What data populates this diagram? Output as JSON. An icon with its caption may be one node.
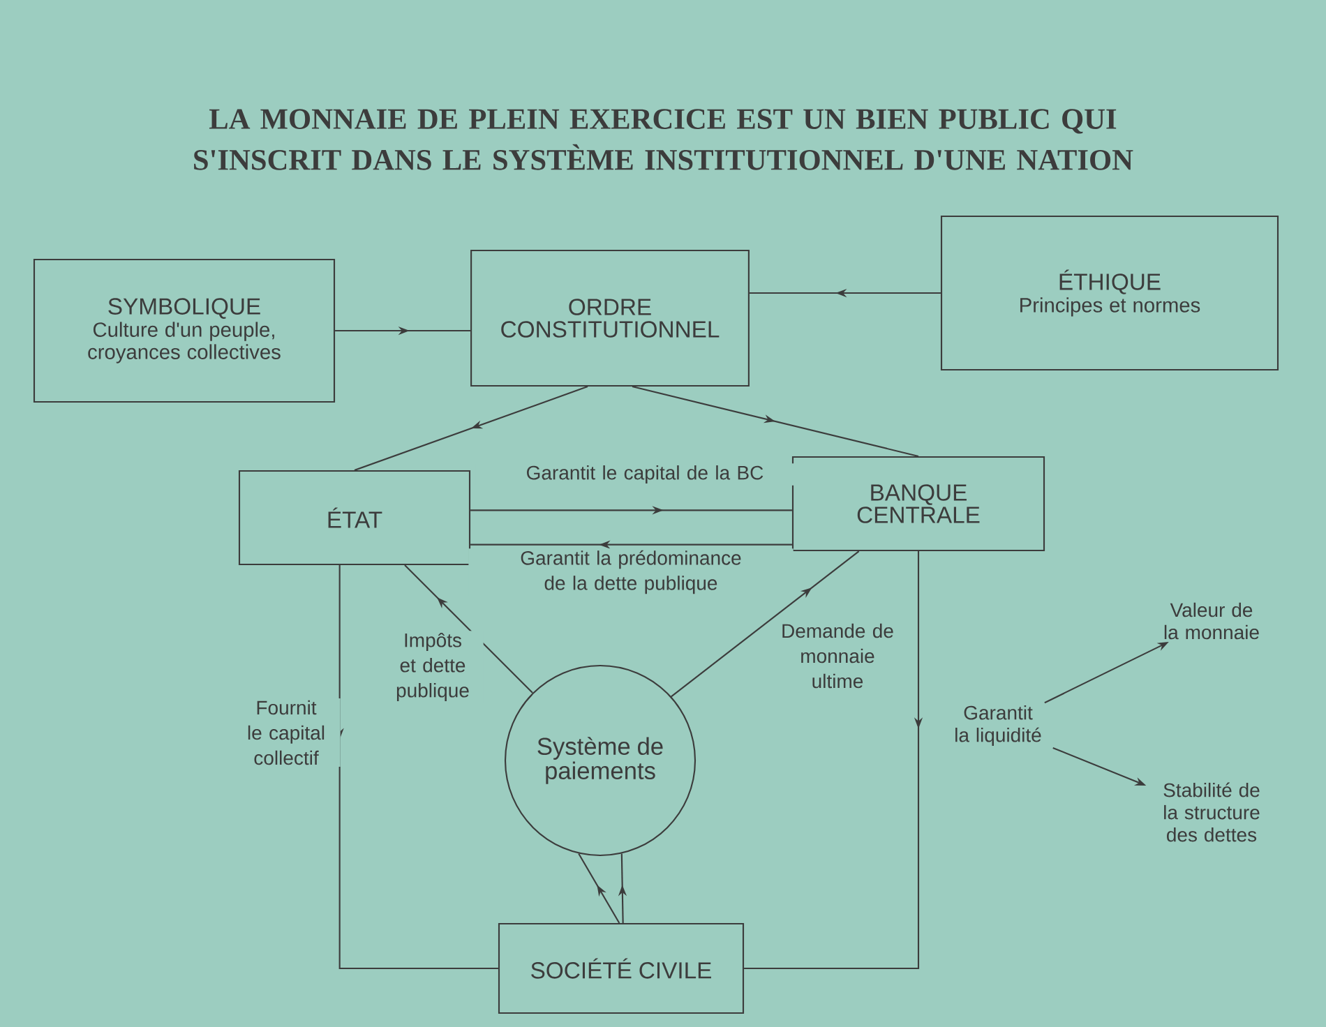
{
  "diagram": {
    "title": "LA MONNAIE DE PLEIN EXERCICE EST UN BIEN PUBLIC QUI S'INSCRIT DANS LE SYSTÈME INSTITUTIONNEL D'UNE NATION",
    "nodes": [
      {
        "text": [
          "SYMBOLIQUE",
          "Culture d'un peuple, croyances collectives"
        ]
      },
      {
        "text": [
          "ORDRE CONSTITUTIONNEL"
        ]
      },
      {
        "text": [
          "ÉTHIQUE",
          "Principes et normes"
        ]
      },
      {
        "text": [
          "ÉTAT"
        ]
      },
      {
        "text": [
          "BANQUE CENTRALE"
        ]
      },
      {
        "text": [
          "Système de paiements"
        ]
      },
      {
        "text": [
          "SOCIÉTÉ CIVILE"
        ]
      },
      {
        "text": [
          "Garantit la liquidité"
        ]
      },
      {
        "text": [
          "Valeur de la monnaie"
        ]
      },
      {
        "text": [
          "Stabilité de la structure des dettes"
        ]
      }
    ],
    "edges": [
      {
        "from": 0,
        "to": 1,
        "arrow": "to"
      },
      {
        "from": 2,
        "to": 1,
        "arrow": "to"
      },
      {
        "from": 1,
        "to": 3,
        "arrow": "to"
      },
      {
        "from": 1,
        "to": 4,
        "arrow": "to"
      },
      {
        "from": 3,
        "to": 4,
        "arrow": "to",
        "label": "Garantit le capital de la BC"
      },
      {
        "from": 4,
        "to": 3,
        "arrow": "to",
        "label": "Garantit la prédominance de la dette publique"
      },
      {
        "from": 5,
        "to": 3,
        "arrow": "to",
        "label": "Impôts et dette publique"
      },
      {
        "from": 5,
        "to": 4,
        "arrow": "to",
        "label": "Demande de monnaie ultime"
      },
      {
        "from": 3,
        "to": 6,
        "arrow": "to",
        "label": "Fournit le capital collectif"
      },
      {
        "from": 4,
        "to": 6,
        "arrow": "to"
      },
      {
        "from": 7,
        "to": 8,
        "arrow": "to"
      },
      {
        "from": 7,
        "to": 9,
        "arrow": "to"
      },
      {
        "from": 6,
        "to": 5,
        "arrow": "to"
      },
      {
        "from": 6,
        "to": 5,
        "arrow": "to"
      }
    ]
  }
}
